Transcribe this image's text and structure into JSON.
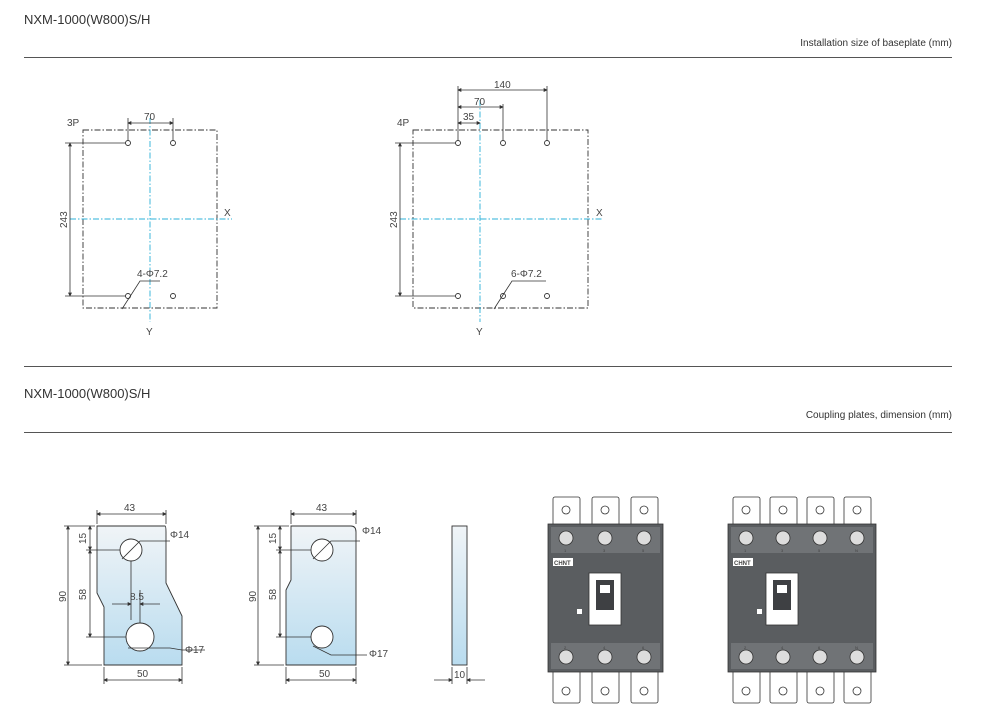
{
  "section1": {
    "title": "NXM-1000(W800)S/H",
    "caption": "Installation size of baseplate (mm)"
  },
  "section2": {
    "title": "NXM-1000(W800)S/H",
    "caption": "Coupling plates, dimension (mm)"
  },
  "baseplate_3p": {
    "label": "3P",
    "dim_width": "70",
    "dim_height": "243",
    "holes": "4-Φ7.2",
    "axis_x": "X",
    "axis_y": "Y"
  },
  "baseplate_4p": {
    "label": "4P",
    "dim_total": "140",
    "dim_width": "70",
    "dim_half": "35",
    "dim_height": "243",
    "holes": "6-Φ7.2",
    "axis_x": "X",
    "axis_y": "Y"
  },
  "plate_a": {
    "width_top": "43",
    "width_bottom": "50",
    "height_total": "90",
    "height_top": "15",
    "height_mid": "58",
    "offset": "8.5",
    "hole_small": "Φ14",
    "hole_large": "Φ17"
  },
  "plate_b": {
    "width_top": "43",
    "width_bottom": "50",
    "height_total": "90",
    "height_top": "15",
    "height_mid": "58",
    "hole_small": "Φ14",
    "hole_large": "Φ17"
  },
  "plate_side": {
    "thickness": "10"
  },
  "breakers": {
    "brand": "CHNT",
    "terminal_numbers_top_3p": [
      "1",
      "3",
      "5"
    ],
    "terminal_numbers_bottom_3p": [
      "2",
      "4",
      "6"
    ],
    "terminal_numbers_top_4p": [
      "1",
      "3",
      "5",
      "N"
    ],
    "terminal_numbers_bottom_4p": [
      "2",
      "4",
      "6",
      "N"
    ]
  },
  "colors": {
    "axis": "#2bb0d8",
    "plate_fill_top": "#f0f4f7",
    "plate_fill_bottom": "#b9dcef",
    "breaker_body": "#5a5d60"
  }
}
